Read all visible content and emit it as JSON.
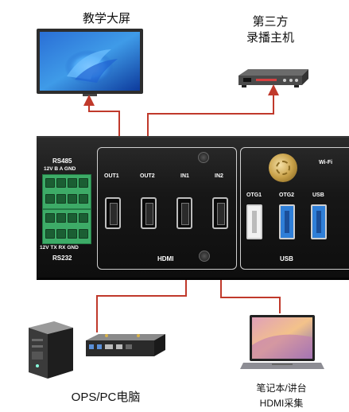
{
  "labels": {
    "display": "教学大屏",
    "recorder_line1": "第三方",
    "recorder_line2": "录播主机",
    "ops": "OPS/PC电脑",
    "laptop_line1": "笔记本/讲台",
    "laptop_line2": "HDMI采集"
  },
  "panel": {
    "rs485": "RS485",
    "rs485_pins": "12V B A GND",
    "rs232_pins": "12V TX RX GND",
    "rs232": "RS232",
    "hdmi_ports": [
      "OUT1",
      "OUT2",
      "IN1",
      "IN2"
    ],
    "hdmi_section": "HDMI",
    "wifi": "Wi-Fi",
    "usb_ports": [
      "OTG1",
      "OTG2",
      "USB"
    ],
    "usb_section": "USB"
  },
  "colors": {
    "arrow": "#c0392b",
    "panel": "#151515",
    "terminal": "#3dab67",
    "usb3": "#2f7fd8"
  }
}
